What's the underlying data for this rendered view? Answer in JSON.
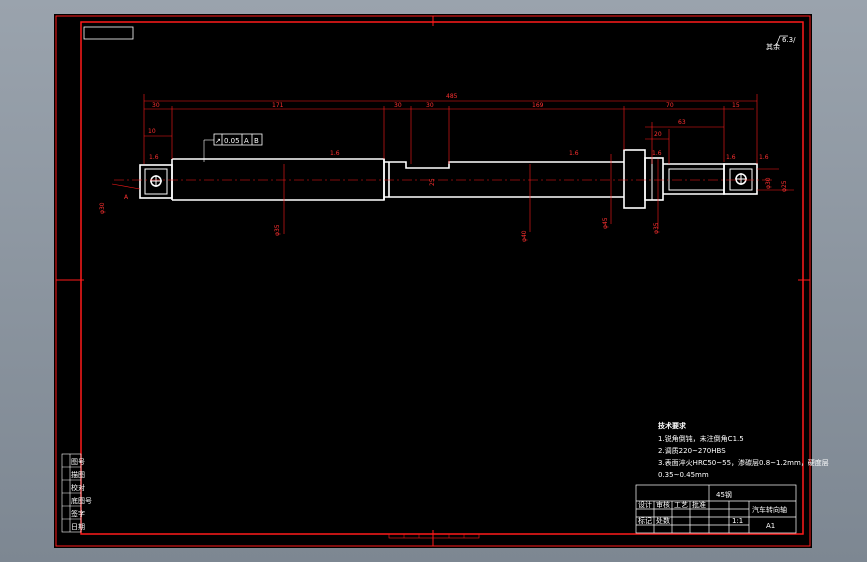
{
  "drawing": {
    "roughness_general": "6.3/",
    "roughness_general_prefix": "其余",
    "dims_top": {
      "overall": "485",
      "left_end": "30",
      "main": "171",
      "groove_a": "30",
      "groove_b": "30",
      "mid": "169",
      "right_a": "70",
      "right_b": "15",
      "sub_a": "10",
      "sub_b": "20",
      "sub_c": "63"
    },
    "tolerance_frame": [
      "↗",
      "0.05",
      "A",
      "B"
    ],
    "roughness_marks": [
      "1.6",
      "1.6",
      "1.6",
      "1.6",
      "1.6",
      "1.6"
    ],
    "diameters": [
      "φ30",
      "φ35",
      "φ40",
      "φ45",
      "φ35",
      "φ30",
      "φ25"
    ],
    "section_label": "A",
    "center_mark": "25"
  },
  "notes": {
    "title": "技术要求",
    "items": [
      "1.锐角倒钝，未注倒角C1.5",
      "2.调质220~270HBS",
      "3.表面淬火HRC50~55，渗碳层0.8~1.2mm，硬度层",
      "0.35~0.45mm"
    ]
  },
  "title_block": {
    "material": "45钢",
    "part_name": "汽车转向轴",
    "scale": "1:1",
    "sheet_size": "A1",
    "small_labels": [
      "设计",
      "审核",
      "工艺",
      "批准",
      "标记",
      "处数"
    ]
  },
  "side_labels": [
    "图号",
    "描图",
    "校对",
    "底图号",
    "签字",
    "日期"
  ]
}
